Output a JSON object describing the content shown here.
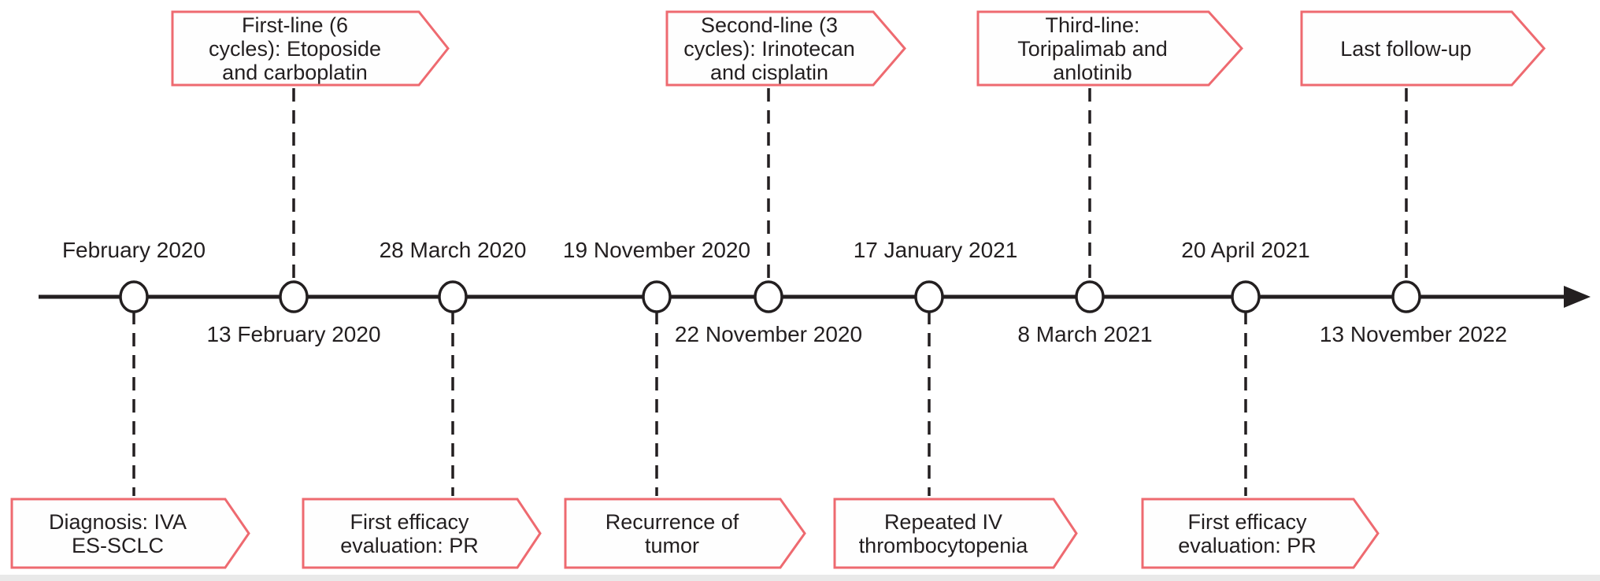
{
  "figure": {
    "type": "treatment-timeline",
    "accent_color": "#ee6a70",
    "axis_color": "#231f20",
    "node_fill": "#ffffff",
    "events": [
      {
        "date": "February 2020",
        "date_side": "above",
        "label": "Diagnosis: IVA\nES-SCLC",
        "label_side": "below"
      },
      {
        "date": "13 February 2020",
        "date_side": "below",
        "label": "First-line (6\ncycles): Etoposide\nand carboplatin",
        "label_side": "above"
      },
      {
        "date": "28 March 2020",
        "date_side": "above",
        "label": "First efficacy\nevaluation: PR",
        "label_side": "below"
      },
      {
        "date": "19 November 2020",
        "date_side": "above",
        "label": "Recurrence of\ntumor",
        "label_side": "below"
      },
      {
        "date": "22 November 2020",
        "date_side": "below",
        "label": "Second-line (3\ncycles): Irinotecan\nand cisplatin",
        "label_side": "above"
      },
      {
        "date": "17 January 2021",
        "date_side": "above",
        "label": "Repeated IV\nthrombocytopenia",
        "label_side": "below"
      },
      {
        "date": "8 March 2021",
        "date_side": "below",
        "label": "Third-line:\nToripalimab and\nanlotinib",
        "label_side": "above"
      },
      {
        "date": "20 April 2021",
        "date_side": "above",
        "label": "First efficacy\nevaluation: PR",
        "label_side": "below"
      },
      {
        "date": "13 November 2022",
        "date_side": "below",
        "label": "Last follow-up",
        "label_side": "above"
      }
    ]
  }
}
